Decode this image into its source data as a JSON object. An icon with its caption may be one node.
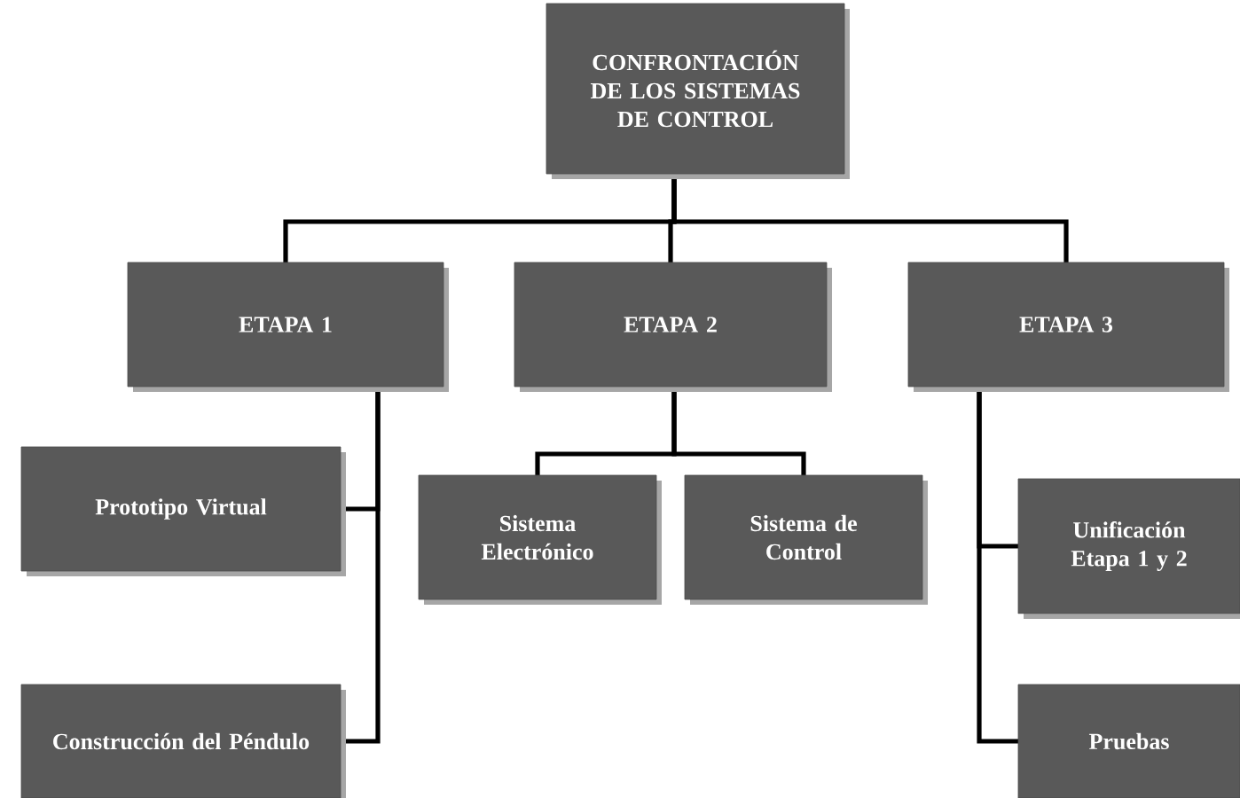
{
  "diagram": {
    "nodes": [
      {
        "text": [
          "CONFRONTACIÓN DE LOS SISTEMAS DE CONTROL"
        ]
      },
      {
        "text": [
          "ETAPA 1"
        ]
      },
      {
        "text": [
          "ETAPA 2"
        ]
      },
      {
        "text": [
          "ETAPA 3"
        ]
      },
      {
        "text": [
          "Prototipo Virtual"
        ]
      },
      {
        "text": [
          "Construcción del Péndulo"
        ]
      },
      {
        "text": [
          "Sistema Electrónico"
        ]
      },
      {
        "text": [
          "Sistema de Control"
        ]
      },
      {
        "text": [
          "Unificación Etapa 1 y 2"
        ]
      },
      {
        "text": [
          "Pruebas"
        ]
      }
    ],
    "edges": [
      {
        "from": 0,
        "to": 1,
        "arrow": "none"
      },
      {
        "from": 0,
        "to": 2,
        "arrow": "none"
      },
      {
        "from": 0,
        "to": 3,
        "arrow": "none"
      },
      {
        "from": 1,
        "to": 4,
        "arrow": "none"
      },
      {
        "from": 1,
        "to": 5,
        "arrow": "none"
      },
      {
        "from": 2,
        "to": 6,
        "arrow": "none"
      },
      {
        "from": 2,
        "to": 7,
        "arrow": "none"
      },
      {
        "from": 3,
        "to": 8,
        "arrow": "none"
      },
      {
        "from": 3,
        "to": 9,
        "arrow": "none"
      }
    ]
  }
}
